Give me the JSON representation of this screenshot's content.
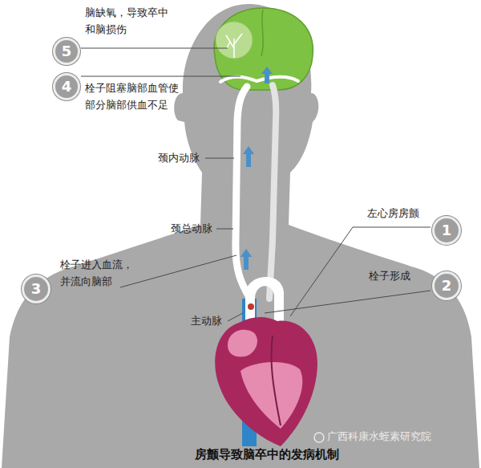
{
  "diagram": {
    "caption": "房颤导致脑卒中的发病机制",
    "nodes": [
      {
        "text": [
          "1"
        ]
      },
      {
        "text": [
          "2"
        ]
      },
      {
        "text": [
          "3"
        ]
      },
      {
        "text": [
          "4"
        ]
      },
      {
        "text": [
          "5"
        ]
      }
    ],
    "labels": [
      "脑缺氧，导致卒中 和脑损伤",
      "栓子阻塞脑部血管使 部分脑部供血不足",
      "颈内动脉",
      "颈总动脉",
      "左心房房颤",
      "栓子进入血流， 并流向脑部",
      "栓子形成",
      "主动脉",
      "广西科康水蛭素研究院"
    ]
  }
}
